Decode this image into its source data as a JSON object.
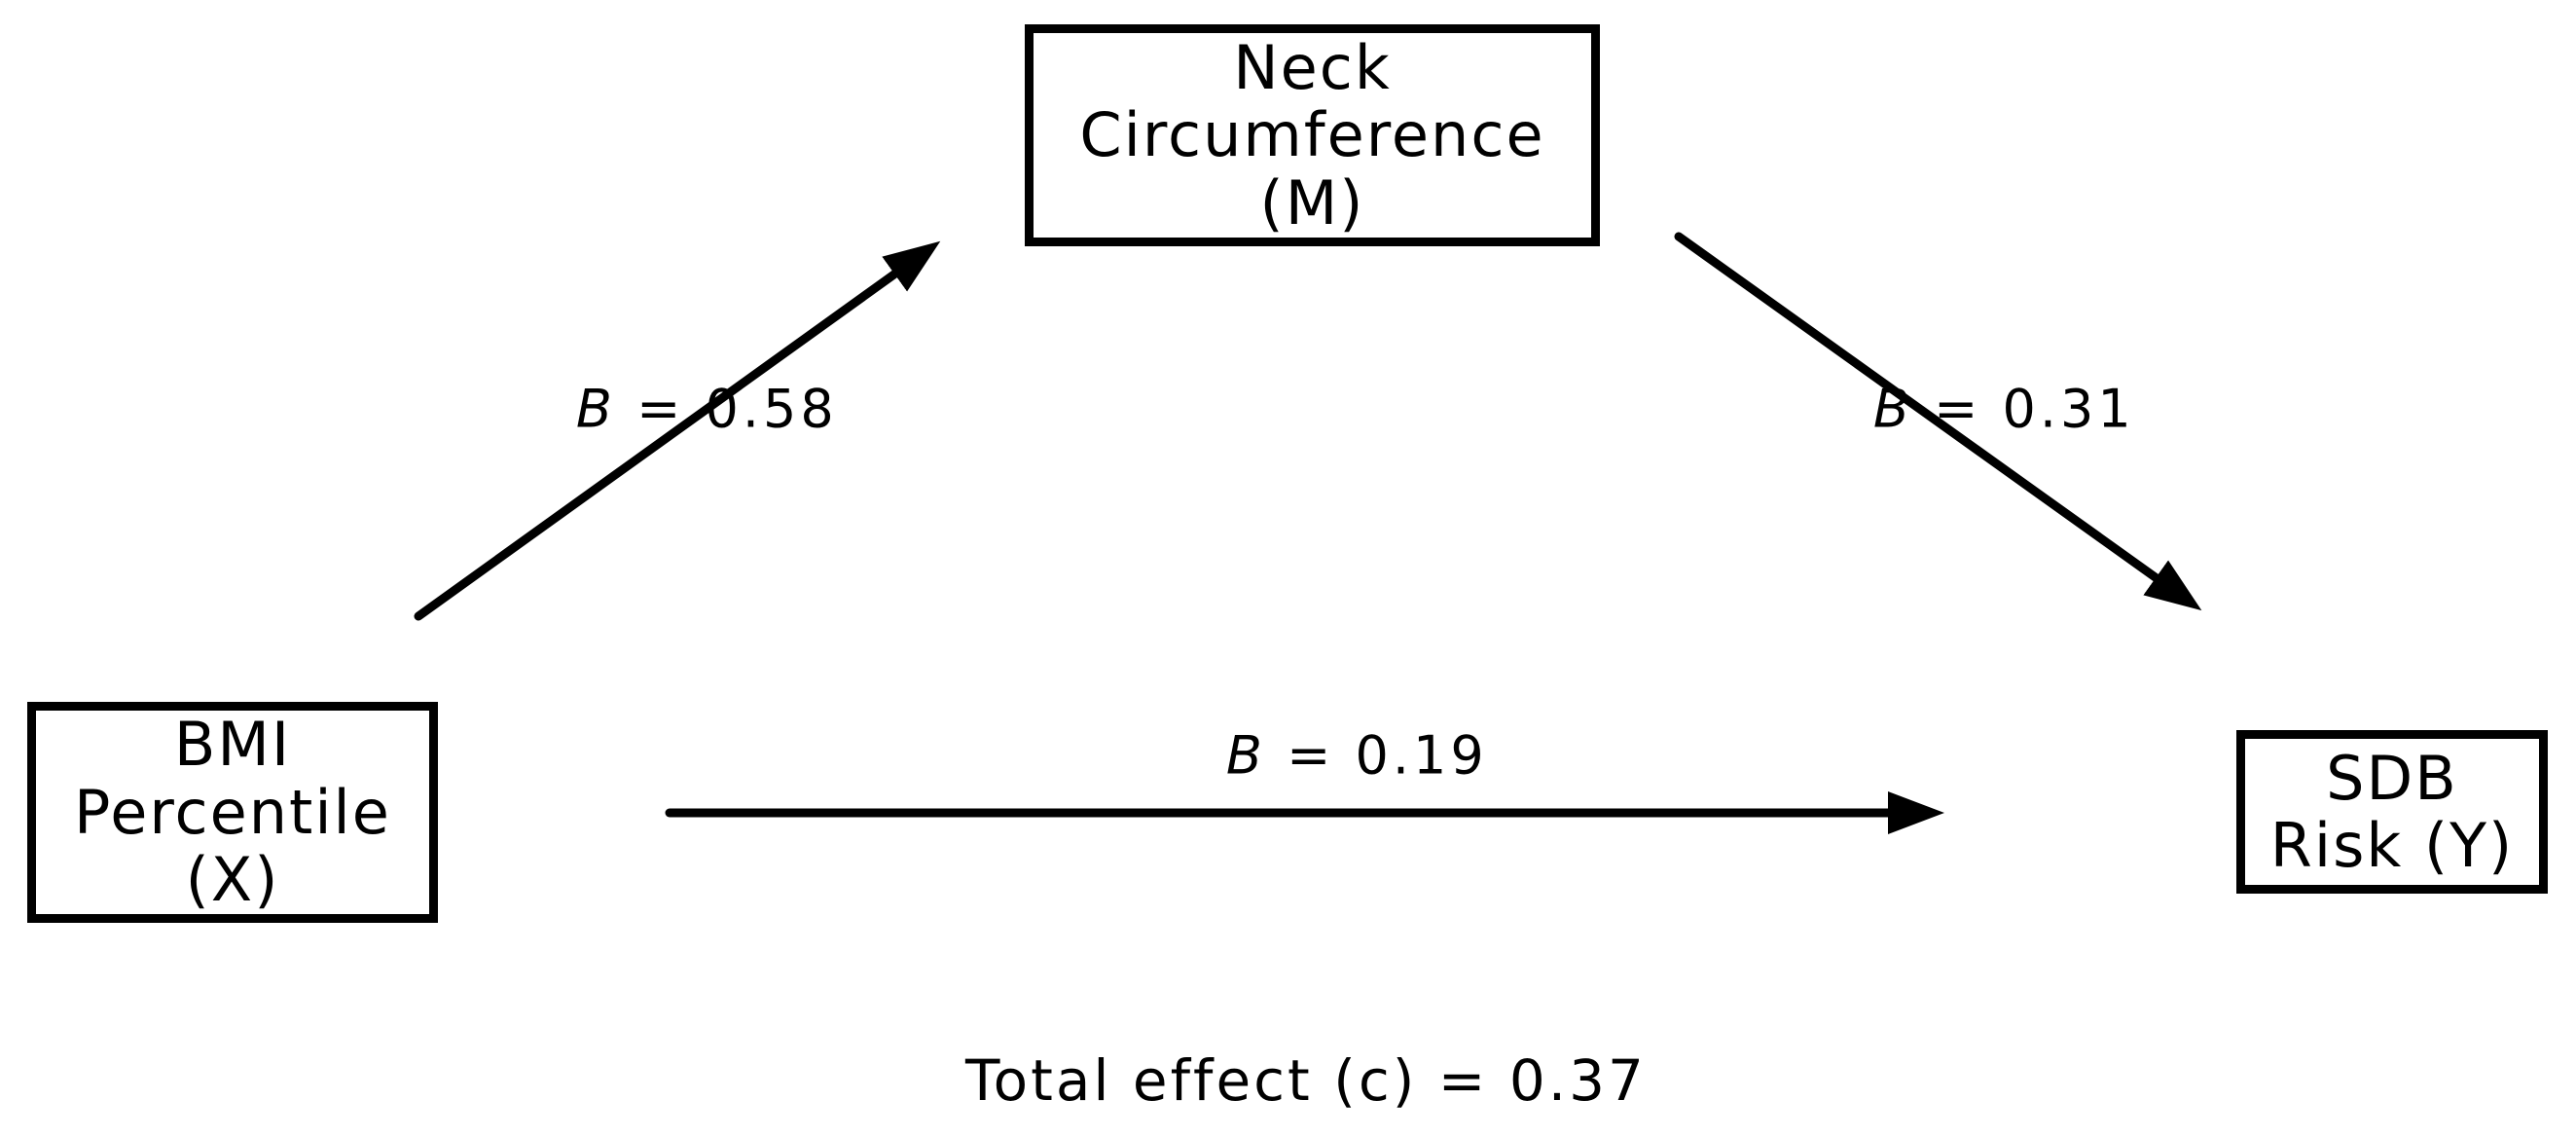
{
  "figure": {
    "background_color": "#ffffff",
    "line_color": "#000000",
    "text_color": "#000000"
  },
  "nodes": {
    "mediator": {
      "label": "Neck\nCircumference\n(M)"
    },
    "predictor": {
      "label": "BMI\nPercentile\n(X)"
    },
    "outcome": {
      "label": "SDB\nRisk (Y)"
    }
  },
  "paths": {
    "x_to_m": {
      "symbol": "B",
      "value": " = 0.58"
    },
    "m_to_y": {
      "symbol": "B",
      "value": " = 0.31"
    },
    "x_to_y": {
      "symbol": "B",
      "value": " = 0.19"
    }
  },
  "total_effect": {
    "text": "Total effect (c) = 0.37"
  }
}
